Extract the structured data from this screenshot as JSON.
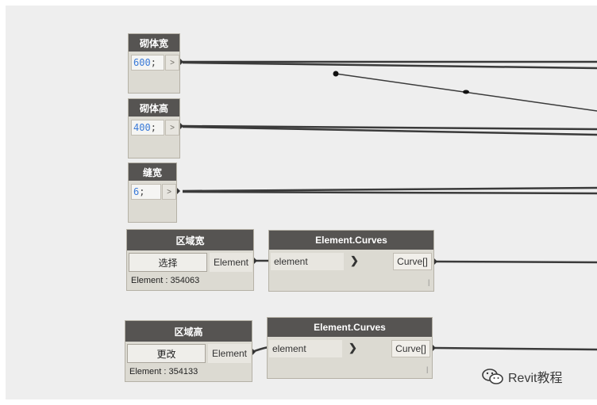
{
  "number_nodes": [
    {
      "title": "砌体宽",
      "value": "600",
      "suffix": ";",
      "port": ">"
    },
    {
      "title": "砌体高",
      "value": "400",
      "suffix": ";",
      "port": ">"
    },
    {
      "title": "缝宽",
      "value": "6",
      "suffix": ";",
      "port": ">"
    }
  ],
  "select_nodes": [
    {
      "title": "区域宽",
      "button": "选择",
      "output": "Element",
      "preview": "Element : 354063"
    },
    {
      "title": "区域高",
      "button": "更改",
      "output": "Element",
      "preview": "Element : 354133"
    }
  ],
  "curve_nodes": [
    {
      "title": "Element.Curves",
      "input": "element",
      "arrow": "❯",
      "output": "Curve[]",
      "lacing": "|"
    },
    {
      "title": "Element.Curves",
      "input": "element",
      "arrow": "❯",
      "output": "Curve[]",
      "lacing": "|"
    }
  ],
  "watermark": {
    "text": "Revit教程",
    "icon": "wechat-icon"
  }
}
